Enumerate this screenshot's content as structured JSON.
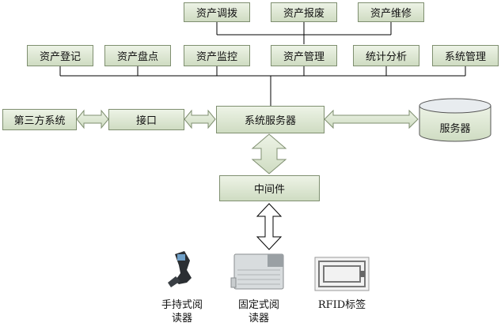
{
  "top_functions": [
    "资产调拨",
    "资产报废",
    "资产维修"
  ],
  "modules": [
    "资产登记",
    "资产盘点",
    "资产监控",
    "资产管理",
    "统计分析",
    "系统管理"
  ],
  "third_party": "第三方系统",
  "interface": "接口",
  "system_server": "系统服务器",
  "server": "服务器",
  "middleware": "中间件",
  "devices": {
    "handheld_line1": "手持式阅",
    "handheld_line2": "读器",
    "fixed_line1": "固定式阅",
    "fixed_line2": "读器",
    "tag": "RFID标签"
  },
  "colors": {
    "box_fill_top": "#edf3e6",
    "box_fill_bottom": "#cfdcc2",
    "box_border": "#7f8f70",
    "line": "#000000"
  }
}
